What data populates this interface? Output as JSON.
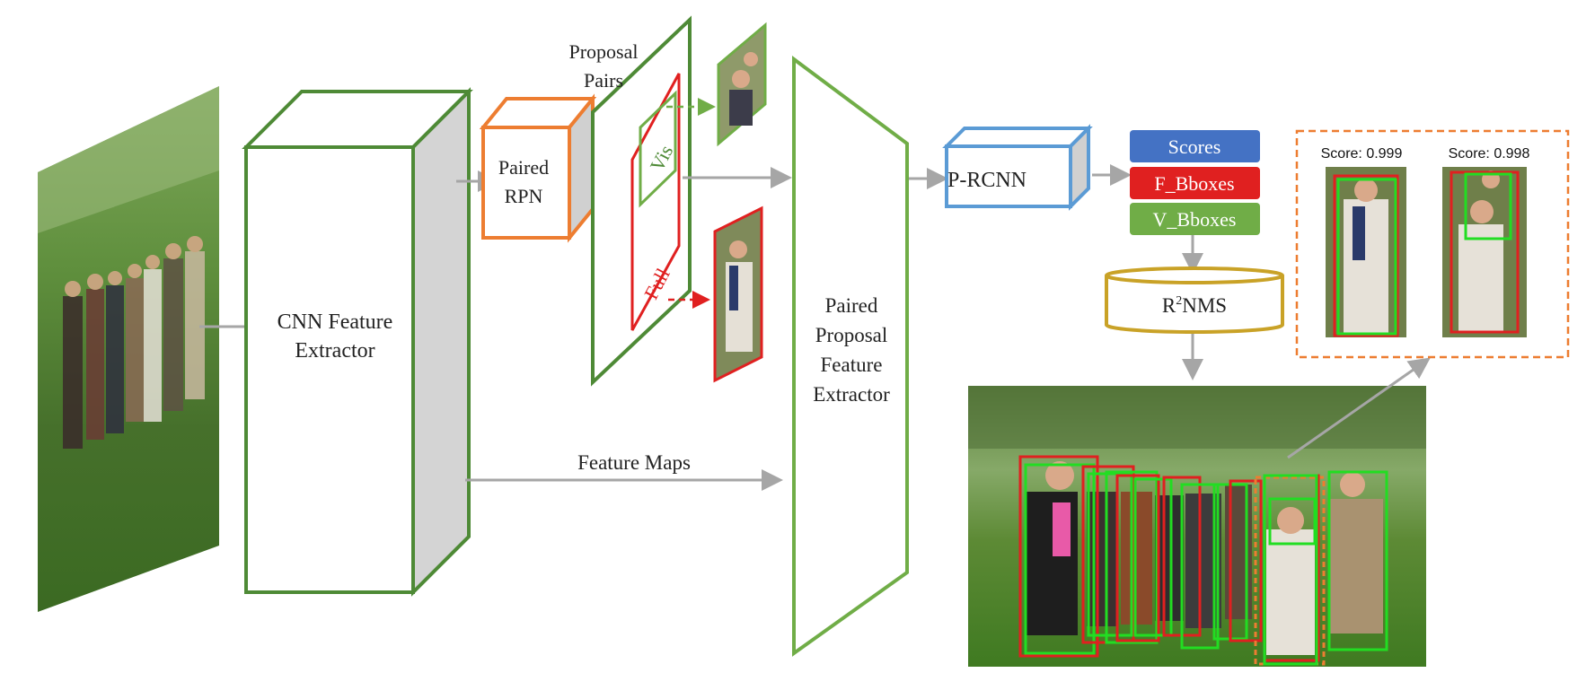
{
  "labels": {
    "cnn": [
      "CNN Feature",
      "Extractor"
    ],
    "paired_rpn": [
      "Paired",
      "RPN"
    ],
    "proposal_pairs": [
      "Proposal",
      "Pairs"
    ],
    "vis": "Vis",
    "full": "Full",
    "feature_maps": "Feature Maps",
    "ppfe": [
      "Paired",
      "Proposal",
      "Feature",
      "Extractor"
    ],
    "prcnn": "P-RCNN",
    "scores": "Scores",
    "f_bboxes": "F_Bboxes",
    "v_bboxes": "V_Bboxes",
    "r2nms_r": "R",
    "r2nms_sup": "2",
    "r2nms_rest": "NMS",
    "score_1": "Score: 0.999",
    "score_2": "Score: 0.998"
  },
  "colors": {
    "green_dark": "#4e8a36",
    "green_light": "#70ad47",
    "orange": "#ed7d31",
    "blue": "#5b9bd5",
    "red": "#e02020",
    "gold": "#c9a227",
    "arrow_gray": "#a6a6a6",
    "scores_bg": "#4472c4",
    "v_bboxes_bg": "#70ad47",
    "bbox_green": "#22dd22",
    "bbox_red": "#e02020"
  }
}
